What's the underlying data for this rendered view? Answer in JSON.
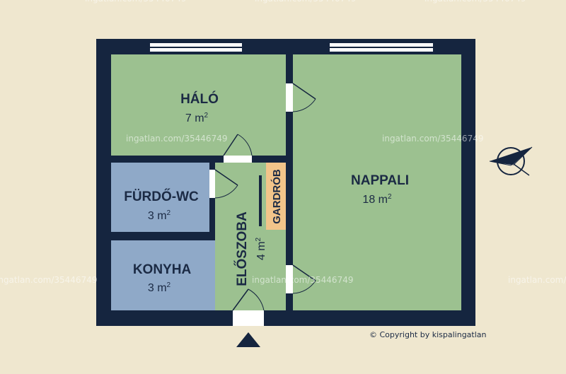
{
  "colors": {
    "background": "#efe7cf",
    "wall": "#15253f",
    "room_green": "#9cc190",
    "room_blue": "#8fa9c8",
    "wardrobe": "#f2c48a"
  },
  "rooms": {
    "halo": {
      "name": "HÁLÓ",
      "area": "7 m",
      "sup": "2"
    },
    "nappali": {
      "name": "NAPPALI",
      "area": "18 m",
      "sup": "2"
    },
    "furdo": {
      "name": "FÜRDŐ-WC",
      "area": "3 m",
      "sup": "2"
    },
    "konyha": {
      "name": "KONYHA",
      "area": "3 m",
      "sup": "2"
    },
    "eloszoba": {
      "name": "ELŐSZOBA",
      "area": "4 m",
      "sup": "2"
    },
    "gardrob": {
      "name": "GARDRÓB"
    }
  },
  "watermark": "ingatlan.com/35446749",
  "copyright": "© Copyright by kispalingatlan",
  "icons": {
    "compass": "compass-icon",
    "entrance": "entrance-arrow-icon"
  }
}
